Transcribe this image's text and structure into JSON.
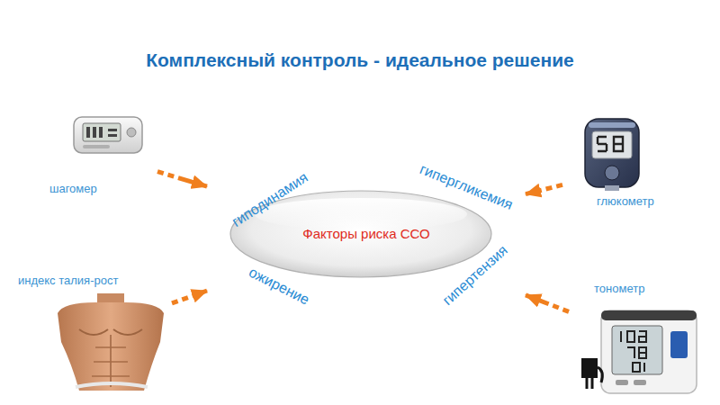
{
  "diagram": {
    "title": "Комплексный контроль - идеальное решение",
    "nodes": [
      {
        "text": [
          "шагомер"
        ]
      },
      {
        "text": [
          "глюкометр"
        ]
      },
      {
        "text": [
          "Факторы риска ССО"
        ]
      },
      {
        "text": [
          "индекс талия-рост"
        ]
      },
      {
        "text": [
          "тонометр"
        ]
      }
    ],
    "edges": [
      {
        "from": 0,
        "to": 2,
        "arrow": "to"
      },
      {
        "from": 1,
        "to": 2,
        "arrow": "to"
      },
      {
        "from": 3,
        "to": 2,
        "arrow": "to"
      },
      {
        "from": 4,
        "to": 2,
        "arrow": "to"
      }
    ],
    "labels": [
      "гиподинамия",
      "гипергликемия",
      "ожирение",
      "гипертензия"
    ]
  }
}
